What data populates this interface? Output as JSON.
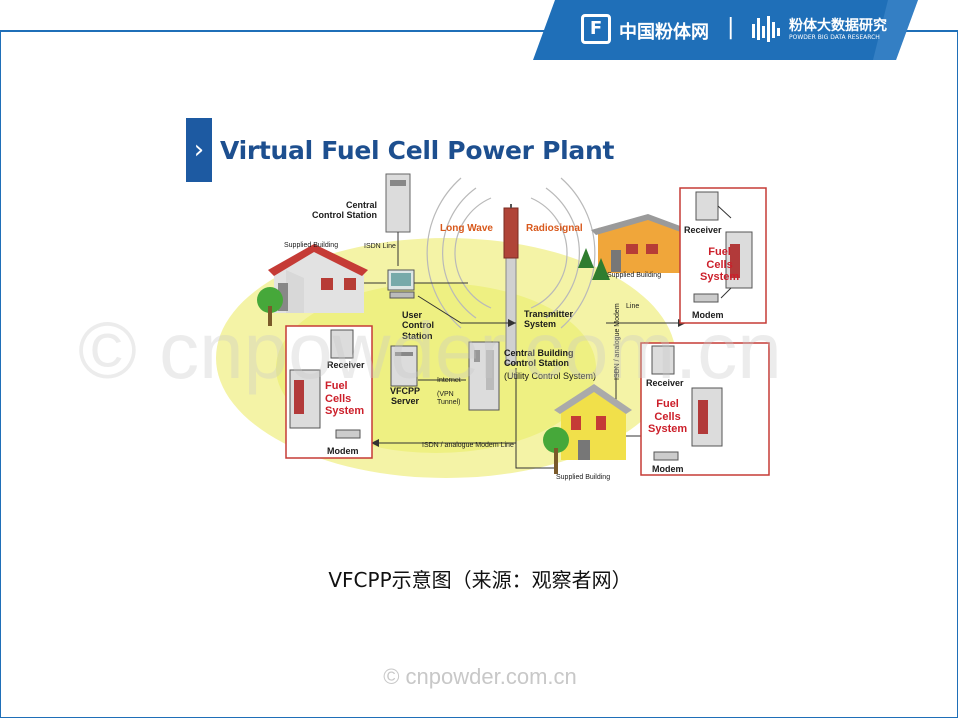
{
  "banner": {
    "brand1": "中国粉体网",
    "brand2": "粉体大数据研究",
    "brand2_sub": "POWDER BIG DATA RESEARCH",
    "divider": "|",
    "color": "#1f6fb8"
  },
  "diagram": {
    "title": "Virtual Fuel Cell Power Plant",
    "labels": {
      "central_control_station": "Central\nControl Station",
      "isdn_line_top": "ISDN Line",
      "supplied_building_left": "Supplied Building",
      "user_control_station": "User\nControl\nStation",
      "long_wave": "Long Wave",
      "radiosignal": "Radiosignal",
      "transmitter_system": "Transmitter\nSystem",
      "supplied_building_right": "Supplied Building",
      "receiver_right": "Receiver",
      "fuel_cells_system_right": "Fuel\nCells\nSystem",
      "modem_right": "Modem",
      "line": "Line",
      "isdn_analogue_modem_vertical": "ISDN / analogue Modem",
      "central_building": "Central Building\nControl Station",
      "utility_control_system": "(Utility Control System)",
      "internet": "Internet",
      "vpn_tunnel": "(VPN\nTunnel)",
      "vfcpp_server": "VFCPP\nServer",
      "receiver_left": "Receiver",
      "fuel_cells_system_left": "Fuel\nCells\nSystem",
      "modem_left": "Modem",
      "isdn_analogue_modem_line": "ISDN / analogue Modem Line",
      "receiver_bottom": "Receiver",
      "fuel_cells_system_bottom": "Fuel\nCells\nSystem",
      "modem_bottom": "Modem",
      "supplied_building_bottom": "Supplied Building"
    }
  },
  "caption": "VFCPP示意图（来源：观察者网）",
  "watermark": "© cnpowder.com.cn",
  "footer": "© cnpowder.com.cn"
}
